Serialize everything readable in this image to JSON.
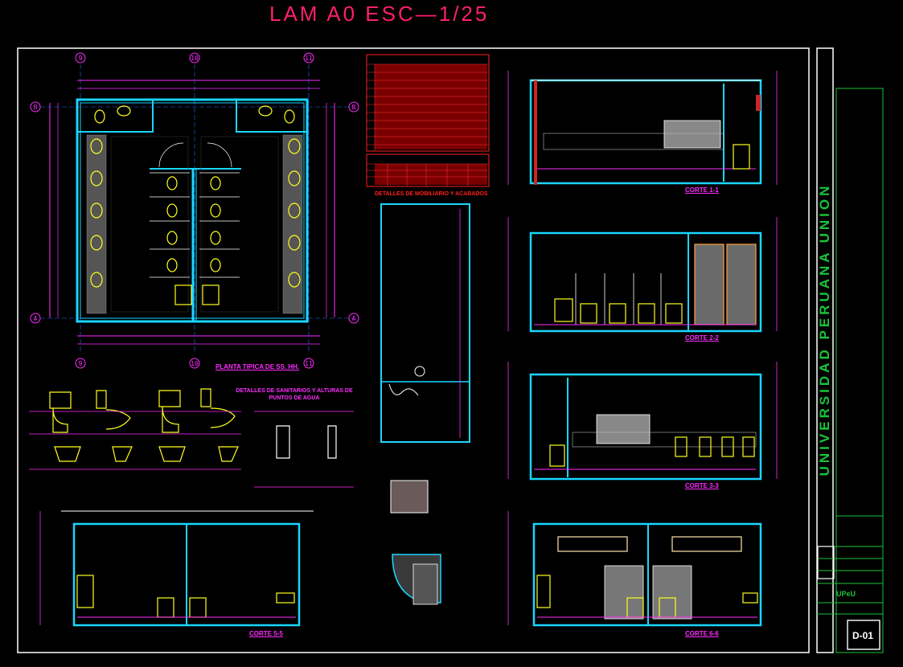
{
  "sheet": {
    "title": "LAM A0 ESC—1/25",
    "university": "UNIVERSIDAD PERUANA UNION",
    "logo_abbrev": "UPeU",
    "sheet_number": "D-01"
  },
  "views": {
    "plan_title": "PLANTA TIPICA DE SS. HH.",
    "corte_1": "CORTE 1-1",
    "corte_2": "CORTE 2-2",
    "corte_3": "CORTE 3-3",
    "corte_5": "CORTE 5-5",
    "corte_6": "CORTE 6-6",
    "sanitary_details": "DETALLES DE SANITARIOS Y ALTURAS DE PUNTOS DE AGUA",
    "furniture_details": "DETALLES DE MOBILIARIO Y ACABADOS"
  },
  "grid_axes": {
    "columns": [
      "9",
      "10",
      "11"
    ],
    "rows": [
      "B",
      "A"
    ]
  },
  "colors": {
    "background": "#000000",
    "title": "#ff1e6e",
    "walls": "#19d6ff",
    "dimensions": "#ff2cff",
    "fixtures": "#ffff1e",
    "annotations": "#ff2020",
    "university": "#19c33a",
    "frame": "#ffffff"
  }
}
